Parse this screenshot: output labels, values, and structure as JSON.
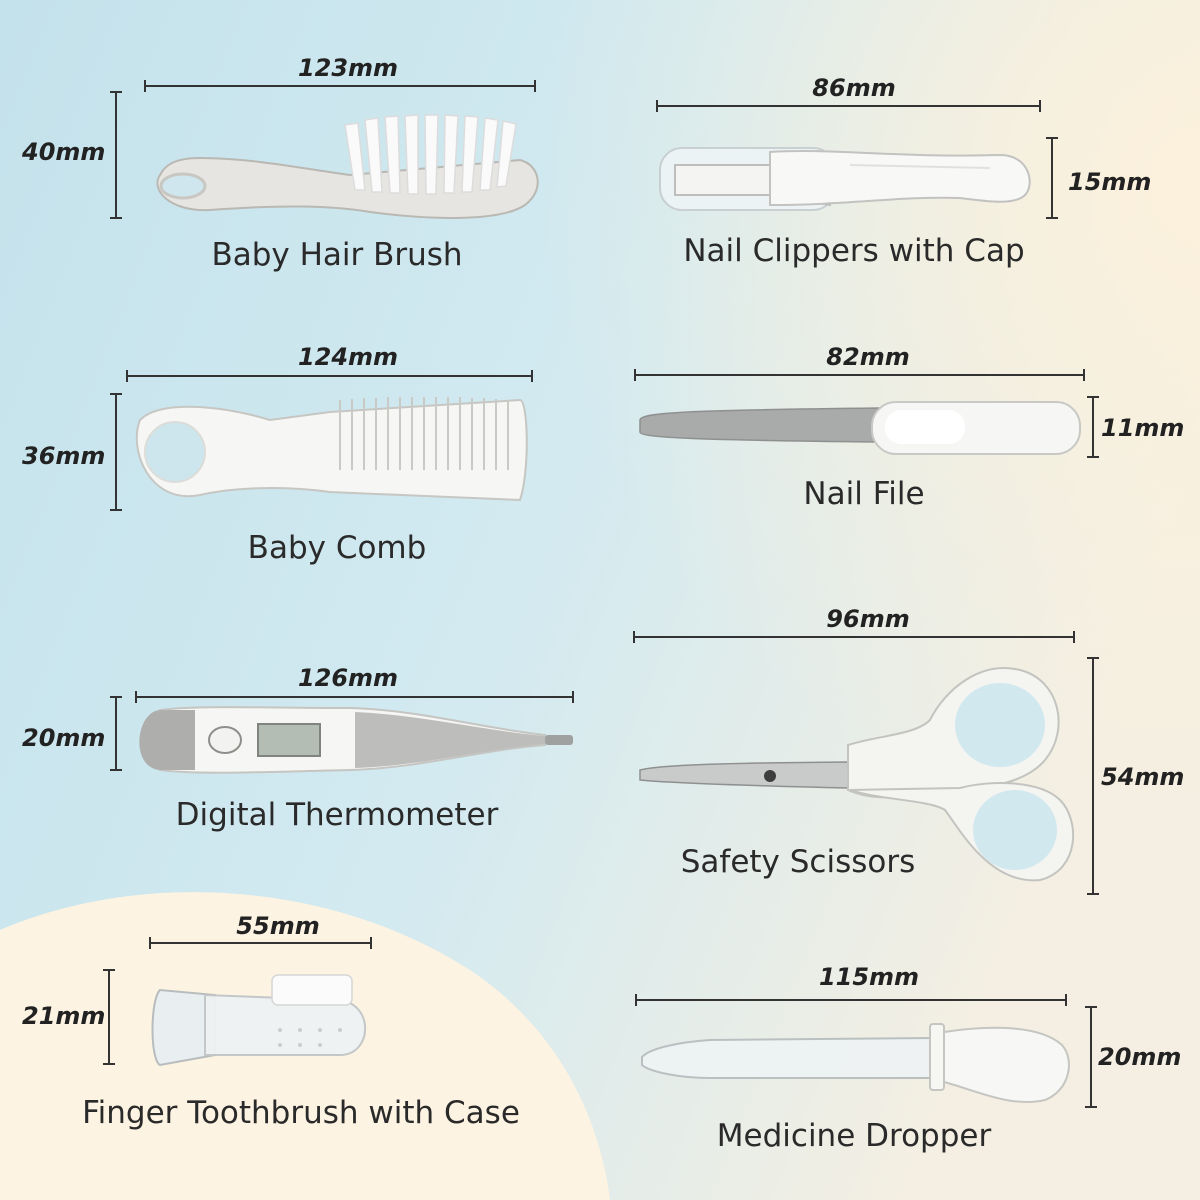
{
  "items": [
    {
      "name": "Baby Hair Brush",
      "width": "123mm",
      "height": "40mm"
    },
    {
      "name": "Nail Clippers with Cap",
      "width": "86mm",
      "height": "15mm"
    },
    {
      "name": "Baby Comb",
      "width": "124mm",
      "height": "36mm"
    },
    {
      "name": "Nail File",
      "width": "82mm",
      "height": "11mm"
    },
    {
      "name": "Digital Thermometer",
      "width": "126mm",
      "height": "20mm"
    },
    {
      "name": "Safety Scissors",
      "width": "96mm",
      "height": "54mm"
    },
    {
      "name": "Finger Toothbrush with Case",
      "width": "55mm",
      "height": "21mm"
    },
    {
      "name": "Medicine Dropper",
      "width": "115mm",
      "height": "20mm"
    }
  ],
  "colors": {
    "background_blue": "#cfe7ef",
    "background_cream": "#fdf3e0",
    "product_white": "#f7f7f5",
    "product_grey": "#bdbdbb",
    "dimension_line": "#333333"
  }
}
